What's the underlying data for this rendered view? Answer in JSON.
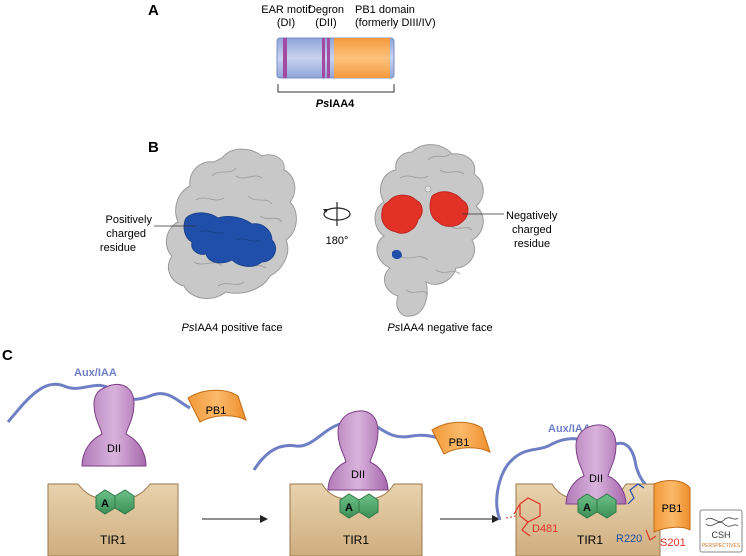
{
  "panel_a": {
    "letter": "A",
    "ear_label_1": "EAR motif",
    "ear_label_2": "(DI)",
    "degron_label_1": "Degron",
    "degron_label_2": "(DII)",
    "pb1_label_1": "PB1 domain",
    "pb1_label_2": "(formerly DIII/IV)",
    "protein_name_italic": "Ps",
    "protein_name_rest": "IAA4"
  },
  "panel_b": {
    "letter": "B",
    "positive_label_1": "Positively",
    "positive_label_2": "charged",
    "positive_label_3": "residue",
    "rotation": "180°",
    "negative_label_1": "Negatively",
    "negative_label_2": "charged",
    "negative_label_3": "residue",
    "caption_positive_italic": "Ps",
    "caption_positive_rest": "IAA4 positive face",
    "caption_negative_italic": "Ps",
    "caption_negative_rest": "IAA4 negative face"
  },
  "panel_c": {
    "letter": "C",
    "aux_iaa": "Aux/IAA",
    "dii": "DII",
    "pb1": "PB1",
    "tir1": "TIR1",
    "auxin": "A",
    "d481": "D481",
    "r220": "R220",
    "s201": "S201",
    "logo_text": "CSH",
    "logo_subtext": "PERSPECTIVES"
  },
  "colors": {
    "linker_blue": "#a9b7dd",
    "ear_purple": "#a24ba0",
    "pb1_orange": "#f7a54b",
    "positive_blue": "#1f4fa8",
    "negative_red": "#e23228",
    "surface_gray": "#c8c8c8",
    "aux_line": "#6f7fc4",
    "dii_purple": "#c79ac9",
    "tir1_tan": "#dcbf95",
    "auxin_green": "#4fa56a"
  }
}
